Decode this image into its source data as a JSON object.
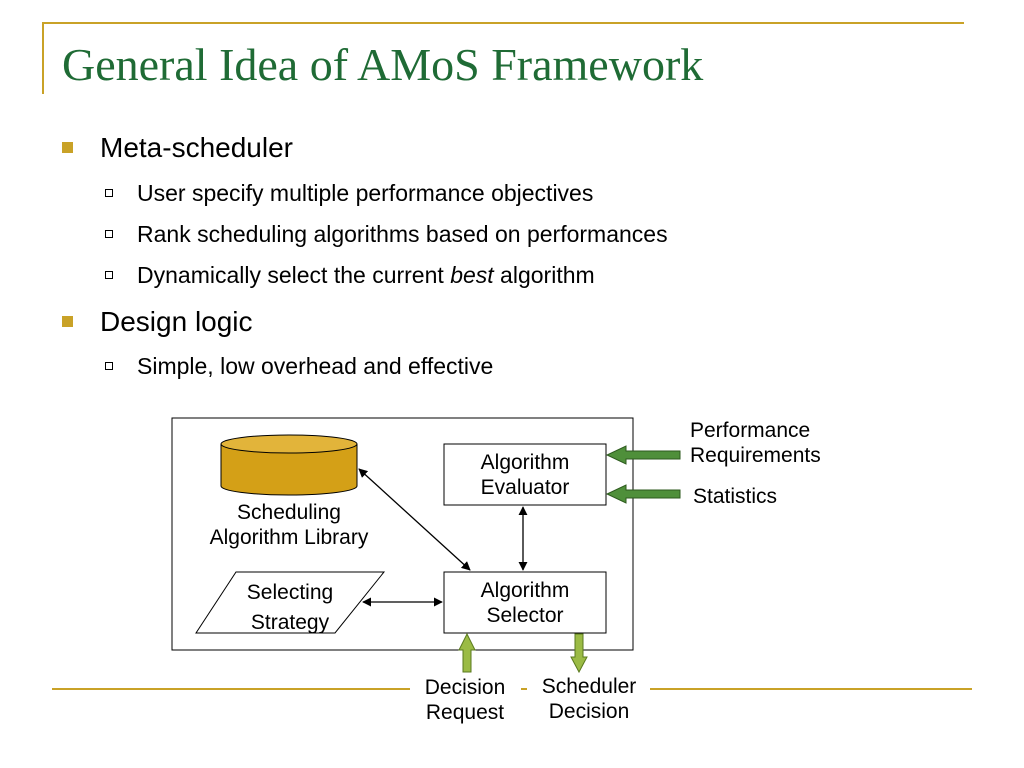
{
  "slide": {
    "title": "General Idea of AMoS Framework",
    "bullets": [
      {
        "text": "Meta-scheduler",
        "subs": [
          {
            "text": "User specify multiple performance objectives"
          },
          {
            "text": "Rank scheduling algorithms based on performances"
          },
          {
            "pre": "Dynamically select the current ",
            "em": "best",
            "post": " algorithm"
          }
        ]
      },
      {
        "text": "Design logic",
        "subs": [
          {
            "text": "Simple, low overhead and effective"
          }
        ]
      }
    ]
  },
  "diagram": {
    "library": {
      "line1": "Scheduling",
      "line2": "Algorithm Library"
    },
    "evaluator": {
      "line1": "Algorithm",
      "line2": "Evaluator"
    },
    "selector": {
      "line1": "Algorithm",
      "line2": "Selector"
    },
    "strategy": {
      "line1": "Selecting",
      "line2": "Strategy"
    },
    "performance": {
      "line1": "Performance",
      "line2": "Requirements"
    },
    "statistics": "Statistics",
    "decision_request": {
      "line1": "Decision",
      "line2": "Request"
    },
    "scheduler_decision": {
      "line1": "Scheduler",
      "line2": "Decision"
    }
  },
  "colors": {
    "title": "#1f6b35",
    "accent": "#c9a227",
    "cylinder": "#d4a017",
    "input_arrow": "#4f8f3a",
    "io_arrow": "#9bbb45"
  }
}
